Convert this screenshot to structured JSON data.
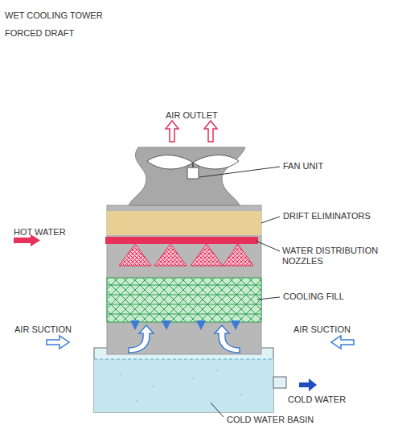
{
  "diagram": {
    "title": "WET COOLING TOWER FORCED DRAFT",
    "labels": [
      "AIR OUTLET",
      "FAN UNIT",
      "DRIFT ELIMINATORS",
      "HOT WATER",
      "WATER DISTRIBUTION NOZZLES",
      "COOLING FILL",
      "AIR SUCTION",
      "AIR SUCTION",
      "COLD WATER",
      "COLD WATER BASIN"
    ]
  }
}
